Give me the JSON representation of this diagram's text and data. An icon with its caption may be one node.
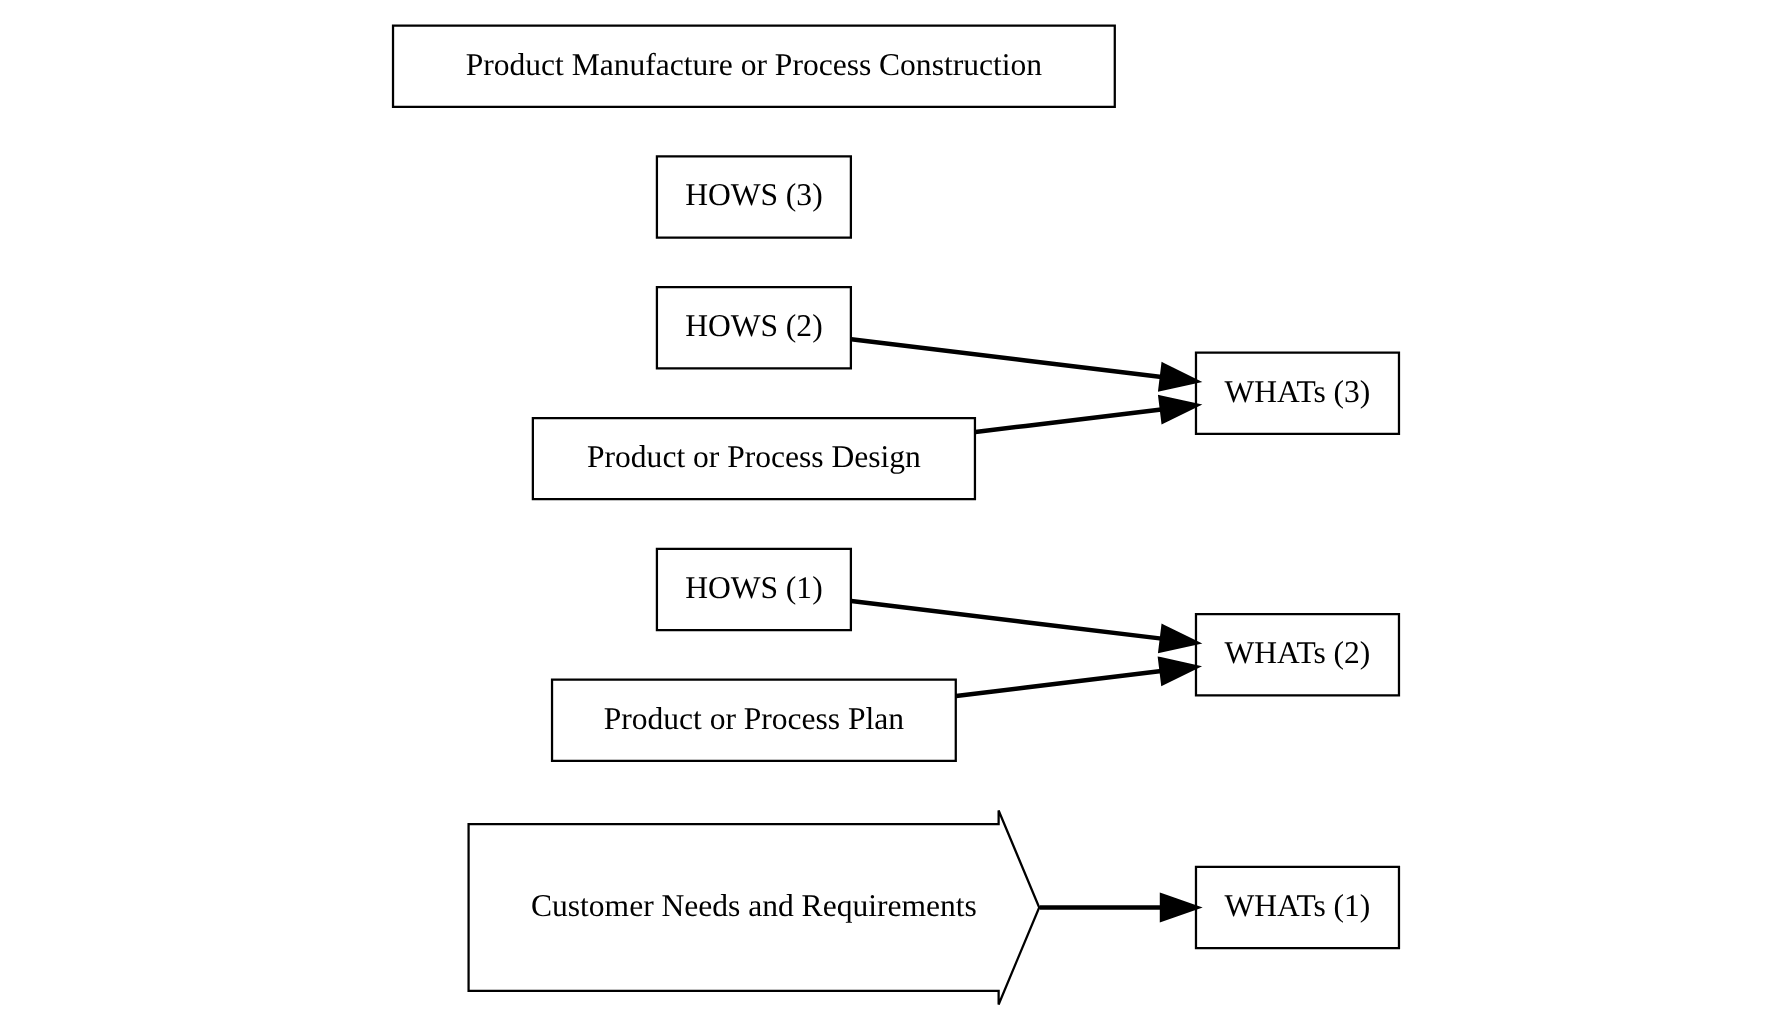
{
  "diagram": {
    "nodes": [
      {
        "text": [
          "Customer Needs and Requirements"
        ]
      },
      {
        "text": [
          "HOWS (1)"
        ]
      },
      {
        "text": [
          "WHATs (1)"
        ]
      },
      {
        "text": [
          "Product or Process Plan"
        ]
      },
      {
        "text": [
          "HOWS (2)"
        ]
      },
      {
        "text": [
          "WHATs (2)"
        ]
      },
      {
        "text": [
          "Product or Process Design"
        ]
      },
      {
        "text": [
          "HOWS (3)"
        ]
      },
      {
        "text": [
          "WHATs (3)"
        ]
      },
      {
        "text": [
          "Product Manufacture or Process Construction"
        ]
      }
    ],
    "edges": [
      {
        "from": 0,
        "to": 2,
        "arrow": "to"
      },
      {
        "from": 1,
        "to": 5,
        "arrow": "to"
      },
      {
        "from": 3,
        "to": 5,
        "arrow": "to"
      },
      {
        "from": 4,
        "to": 8,
        "arrow": "to"
      },
      {
        "from": 6,
        "to": 8,
        "arrow": "to"
      }
    ]
  }
}
